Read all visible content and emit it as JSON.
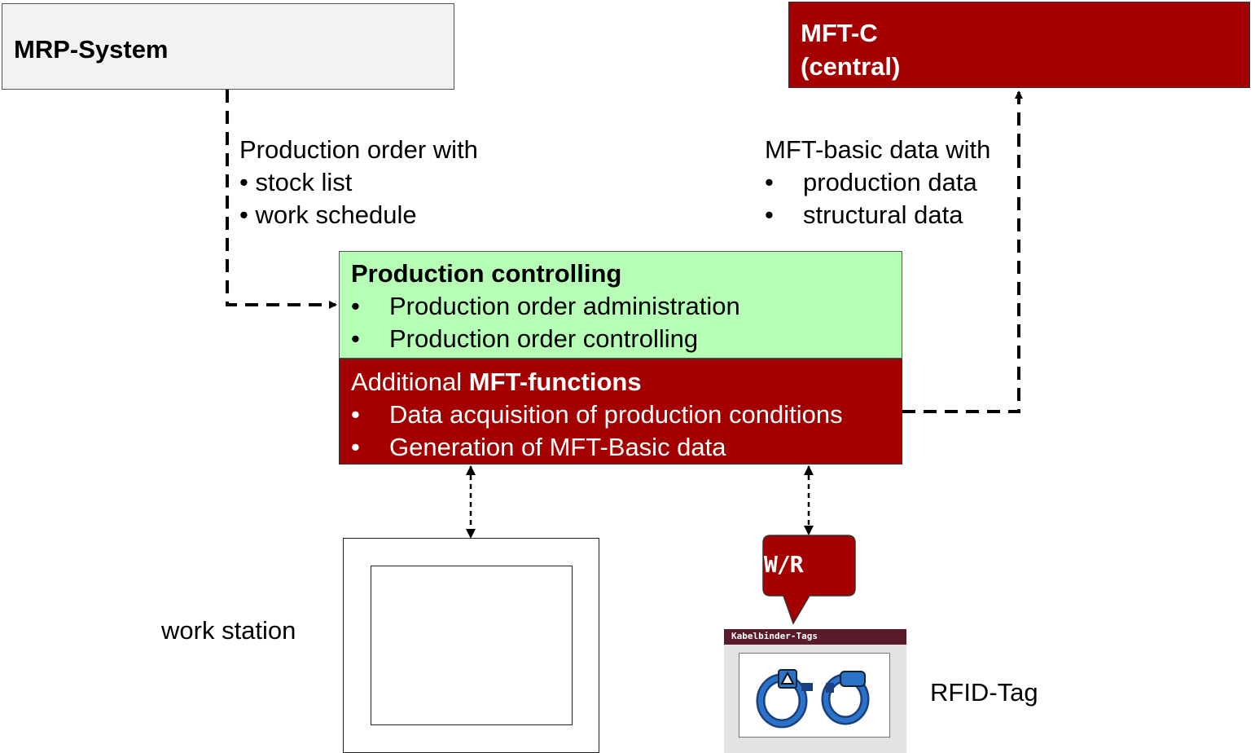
{
  "mrp": {
    "title": "MRP-System"
  },
  "mftc": {
    "title_line1": "MFT-C",
    "title_line2": "(central)"
  },
  "left_annotation": {
    "heading": "Production order with",
    "items": [
      "stock list",
      "work schedule"
    ]
  },
  "right_annotation": {
    "heading": "MFT-basic data with",
    "items": [
      "production data",
      "structural data"
    ]
  },
  "production_controlling": {
    "title": "Production controlling",
    "items": [
      "Production order administration",
      "Production order controlling"
    ]
  },
  "mft_functions": {
    "title_prefix": "Additional ",
    "title_bold": "MFT-functions",
    "items": [
      "Data acquisition of production conditions",
      "Generation of MFT-Basic data"
    ]
  },
  "work_station": {
    "label": "work station"
  },
  "reader": {
    "label": "W/R"
  },
  "rfid": {
    "label": "RFID-Tag",
    "card_header": "Kabelbinder-Tags"
  },
  "bullet": "•",
  "colors": {
    "dark_red": "#a50000",
    "light_green": "#b6fdb6",
    "light_gray": "#f2f2f2",
    "card_header": "#5a1b2b",
    "tag_blue": "#2a73c9"
  }
}
